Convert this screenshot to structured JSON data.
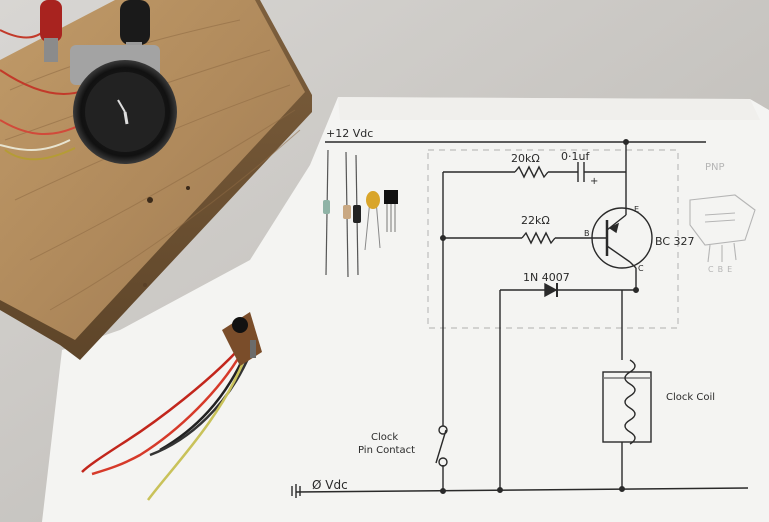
{
  "photo": {
    "subject": "clock-driver-circuit-photo"
  },
  "schematic": {
    "supply_label": "+12 Vdc",
    "ground_label": "Ø Vdc",
    "resistor_1": "20kΩ",
    "capacitor": "0·1uf",
    "cap_polarity": "+",
    "resistor_2": "22kΩ",
    "transistor": "BC 327",
    "pin_e": "E",
    "pin_b": "B",
    "pin_c": "C",
    "diode": "1N 4007",
    "coil_label": "Clock Coil",
    "contact_label_line1": "Clock",
    "contact_label_line2": "Pin Contact",
    "pinout_label": "PNP",
    "pinout_pins": "CBE"
  },
  "colors": {
    "paper": "#f4f4f2",
    "wood": "#b08a5c",
    "ink": "#2a2a2a"
  }
}
